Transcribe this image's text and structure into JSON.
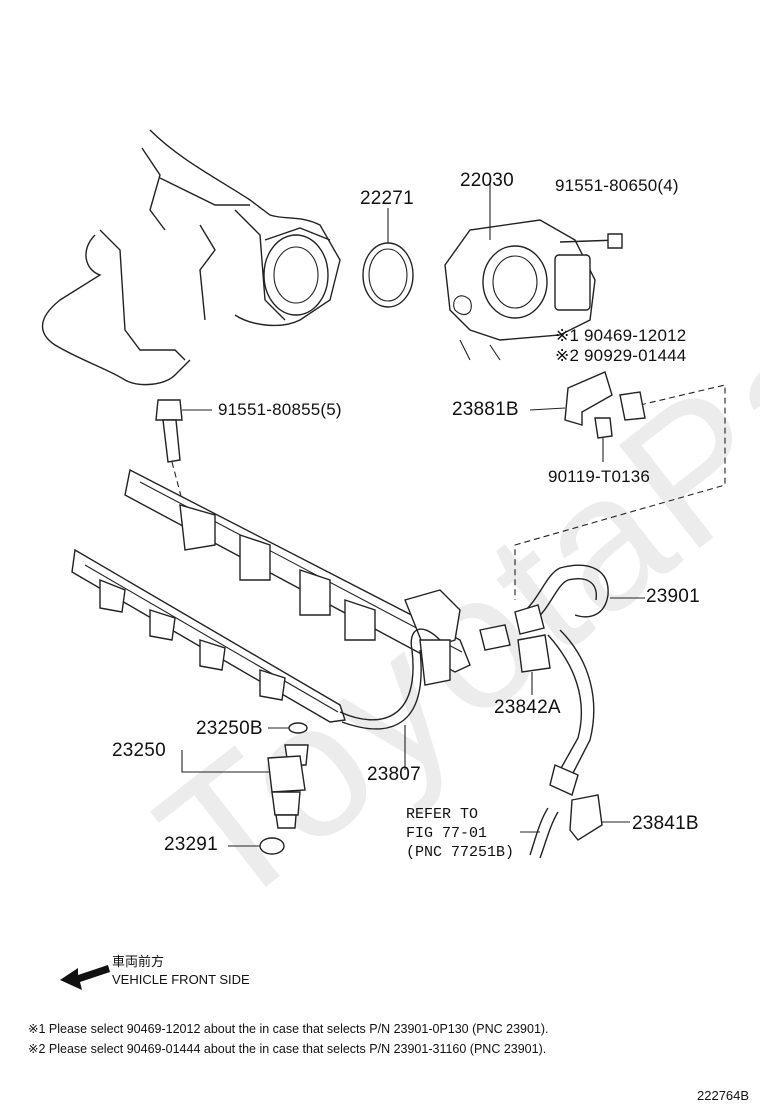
{
  "watermark": "ToyotaParts",
  "parts": {
    "p22271": "22271",
    "p22030": "22030",
    "p91551_80650": "91551-80650(4)",
    "p90469": "※1 90469-12012",
    "p90929": "※2 90929-01444",
    "p23881b": "23881B",
    "p90119": "90119-T0136",
    "p91551_80855": "91551-80855(5)",
    "p23901": "23901",
    "p23842a": "23842A",
    "p23250b": "23250B",
    "p23250": "23250",
    "p23807": "23807",
    "p23291": "23291",
    "p23841b": "23841B"
  },
  "refer": {
    "line1": "REFER TO",
    "line2": "FIG 77-01",
    "line3": "(PNC 77251B)"
  },
  "front": {
    "jp": "車両前方",
    "en": "VEHICLE FRONT SIDE"
  },
  "notes": {
    "note1": "※1 Please select 90469-12012 about the in case that selects P/N 23901-0P130 (PNC 23901).",
    "note2": "※2 Please select 90469-01444 about the in case that selects P/N 23901-31160 (PNC 23901)."
  },
  "figure_id": "222764B"
}
